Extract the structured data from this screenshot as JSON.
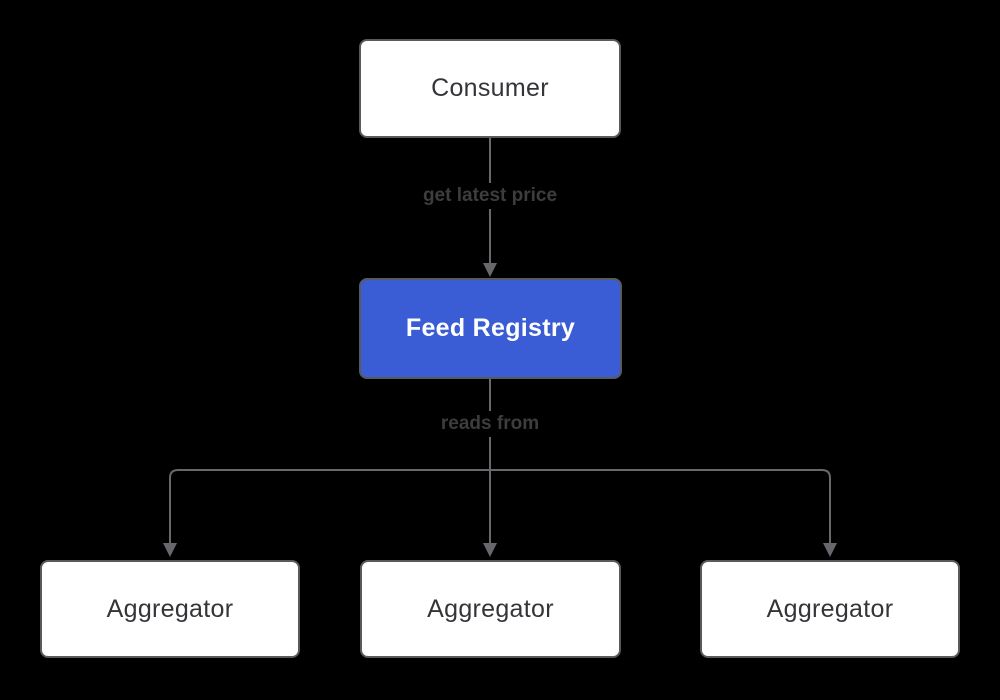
{
  "diagram": {
    "type": "flowchart",
    "direction": "top-down",
    "nodes": [
      {
        "id": "consumer",
        "label": "Consumer",
        "style": "default"
      },
      {
        "id": "feed_registry",
        "label": "Feed Registry",
        "style": "highlight"
      },
      {
        "id": "aggregator_1",
        "label": "Aggregator",
        "style": "default"
      },
      {
        "id": "aggregator_2",
        "label": "Aggregator",
        "style": "default"
      },
      {
        "id": "aggregator_3",
        "label": "Aggregator",
        "style": "default"
      }
    ],
    "edges": [
      {
        "from": "consumer",
        "to": "feed_registry",
        "label": "get latest price"
      },
      {
        "from": "feed_registry",
        "to": [
          "aggregator_1",
          "aggregator_2",
          "aggregator_3"
        ],
        "label": "reads from"
      }
    ],
    "colors": {
      "background": "#000000",
      "node_fill": "#ffffff",
      "node_border": "#595a5c",
      "node_text": "#333538",
      "highlight_fill": "#3a5cd5",
      "highlight_text": "#ffffff",
      "edge_line": "#66686b",
      "edge_label_text": "#3c3d3f"
    }
  }
}
